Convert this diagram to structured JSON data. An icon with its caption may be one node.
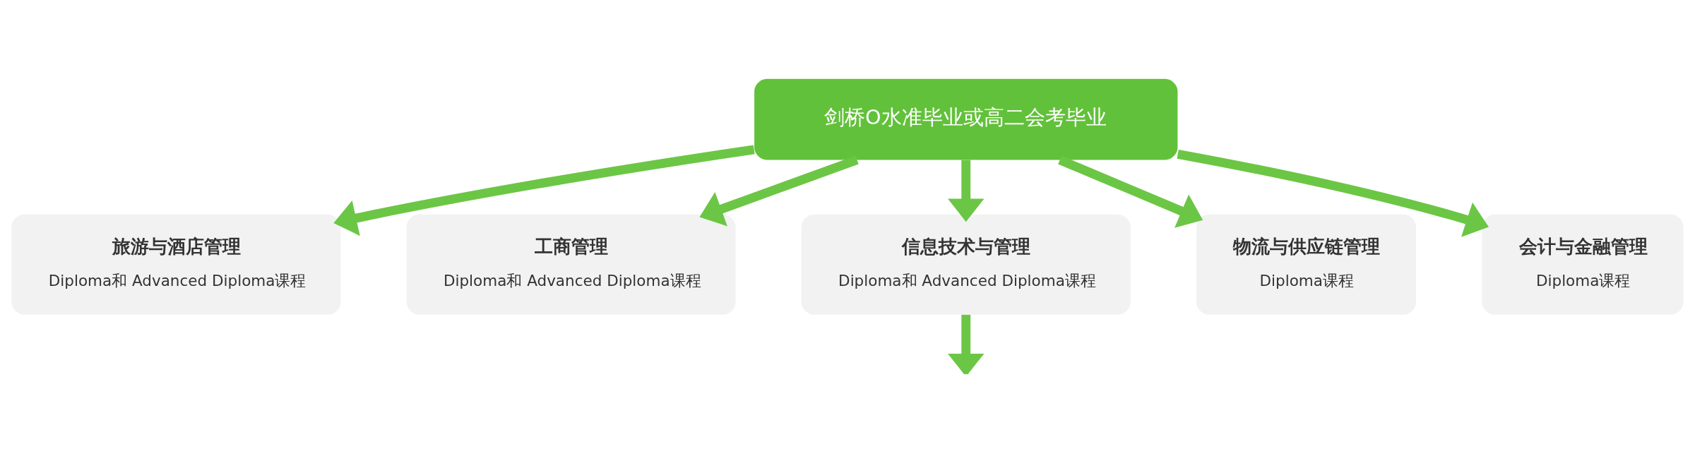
{
  "diagram": {
    "nodes": [
      {
        "text": [
          "剑桥O水准毕业或高二会考毕业"
        ]
      },
      {
        "text": [
          "旅游与酒店管理",
          "Diploma和 Advanced Diploma课程"
        ]
      },
      {
        "text": [
          "工商管理",
          "Diploma和 Advanced Diploma课程"
        ]
      },
      {
        "text": [
          "信息技术与管理",
          "Diploma和 Advanced Diploma课程"
        ]
      },
      {
        "text": [
          "物流与供应链管理",
          "Diploma课程"
        ]
      },
      {
        "text": [
          "会计与金融管理",
          "Diploma课程"
        ]
      }
    ],
    "edges": [
      {
        "from": 0,
        "to": 1,
        "arrow": "to"
      },
      {
        "from": 0,
        "to": 2,
        "arrow": "to"
      },
      {
        "from": 0,
        "to": 3,
        "arrow": "to"
      },
      {
        "from": 0,
        "to": 4,
        "arrow": "to"
      },
      {
        "from": 0,
        "to": 5,
        "arrow": "to"
      },
      {
        "from": 3,
        "to": null,
        "arrow": "to"
      }
    ]
  }
}
